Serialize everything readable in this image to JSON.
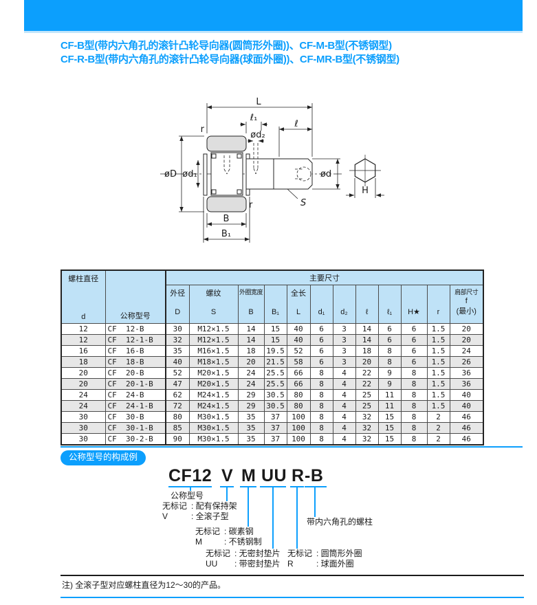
{
  "page": {
    "accent_blue": "#0c9ffd",
    "table_header_bg": "#bfe2f7",
    "alt_row_bg": "#e7e7e7"
  },
  "header": {
    "title_line1": "CF-B型(带内六角孔的滚针凸轮导向器(圆筒形外圈))、CF-M-B型(不锈钢型)",
    "title_line2": "CF-R-B型(带内六角孔的滚针凸轮导向器(球面外圈))、CF-MR-B型(不锈钢型)"
  },
  "drawing": {
    "labels": {
      "L": "L",
      "l1": "ℓ₁",
      "l": "ℓ",
      "d2": "ød₂",
      "D": "øD",
      "d1": "ød₁",
      "d": "ød",
      "S": "S",
      "H": "H",
      "B": "B",
      "B1": "B₁",
      "r_top": "r",
      "r_bottom": "r"
    }
  },
  "table": {
    "header": {
      "stud_dia": "螺柱直径",
      "d": "d",
      "model": "公称型号",
      "main": "主要尺寸",
      "cols": [
        {
          "top": "外径",
          "bot": "D"
        },
        {
          "top": "螺纹",
          "bot": "S"
        },
        {
          "top": "外圈宽度",
          "bot": "B"
        },
        {
          "top": "",
          "bot": "B₁"
        },
        {
          "top": "全长",
          "bot": "L"
        },
        {
          "top": "",
          "bot": "d₁"
        },
        {
          "top": "",
          "bot": "d₂"
        },
        {
          "top": "",
          "bot": "ℓ"
        },
        {
          "top": "",
          "bot": "ℓ₁"
        },
        {
          "top": "",
          "bot": "H★"
        },
        {
          "top": "",
          "bot": "r"
        },
        {
          "top": "肩部尺寸",
          "mid": "f",
          "bot": "(最小)"
        }
      ]
    },
    "rows": [
      [
        "12",
        "CF  12-B",
        "30",
        "M12×1.5",
        "14",
        "15",
        "40",
        "6",
        "3",
        "14",
        "6",
        "6",
        "1.5",
        "20"
      ],
      [
        "12",
        "CF  12-1-B",
        "32",
        "M12×1.5",
        "14",
        "15",
        "40",
        "6",
        "3",
        "14",
        "6",
        "6",
        "1.5",
        "20"
      ],
      [
        "16",
        "CF  16-B",
        "35",
        "M16×1.5",
        "18",
        "19.5",
        "52",
        "6",
        "3",
        "18",
        "8",
        "6",
        "1.5",
        "24"
      ],
      [
        "18",
        "CF  18-B",
        "40",
        "M18×1.5",
        "20",
        "21.5",
        "58",
        "6",
        "3",
        "20",
        "8",
        "6",
        "1.5",
        "26"
      ],
      [
        "20",
        "CF  20-B",
        "52",
        "M20×1.5",
        "24",
        "25.5",
        "66",
        "8",
        "4",
        "22",
        "9",
        "8",
        "1.5",
        "36"
      ],
      [
        "20",
        "CF  20-1-B",
        "47",
        "M20×1.5",
        "24",
        "25.5",
        "66",
        "8",
        "4",
        "22",
        "9",
        "8",
        "1.5",
        "36"
      ],
      [
        "24",
        "CF  24-B",
        "62",
        "M24×1.5",
        "29",
        "30.5",
        "80",
        "8",
        "4",
        "25",
        "11",
        "8",
        "1.5",
        "40"
      ],
      [
        "24",
        "CF  24-1-B",
        "72",
        "M24×1.5",
        "29",
        "30.5",
        "80",
        "8",
        "4",
        "25",
        "11",
        "8",
        "1.5",
        "40"
      ],
      [
        "30",
        "CF  30-B",
        "80",
        "M30×1.5",
        "35",
        "37",
        "100",
        "8",
        "4",
        "32",
        "15",
        "8",
        "2",
        "46"
      ],
      [
        "30",
        "CF  30-1-B",
        "85",
        "M30×1.5",
        "35",
        "37",
        "100",
        "8",
        "4",
        "32",
        "15",
        "8",
        "2",
        "46"
      ],
      [
        "30",
        "CF  30-2-B",
        "90",
        "M30×1.5",
        "35",
        "37",
        "100",
        "8",
        "4",
        "32",
        "15",
        "8",
        "2",
        "46"
      ]
    ]
  },
  "composition": {
    "badge": "公称型号的构成例",
    "code": [
      "CF12",
      "V",
      "M",
      "UU",
      "R",
      "-B"
    ],
    "labels": {
      "model": "公称型号",
      "cage": [
        {
          "k": "无标记",
          "v": "配有保持架"
        },
        {
          "k": "V",
          "v": "全滚子型"
        }
      ],
      "material": [
        {
          "k": "无标记",
          "v": "碳素钢"
        },
        {
          "k": "M",
          "v": "不锈钢制"
        }
      ],
      "seal": [
        {
          "k": "无标记",
          "v": "无密封垫片"
        },
        {
          "k": "UU",
          "v": "带密封垫片"
        }
      ],
      "ring": [
        {
          "k": "无标记",
          "v": "圆筒形外圈"
        },
        {
          "k": "R",
          "v": "球面外圈"
        }
      ],
      "stud": "带内六角孔的螺柱"
    }
  },
  "note": {
    "text": "注) 全滚子型对应螺柱直径为12～30的产品。"
  }
}
